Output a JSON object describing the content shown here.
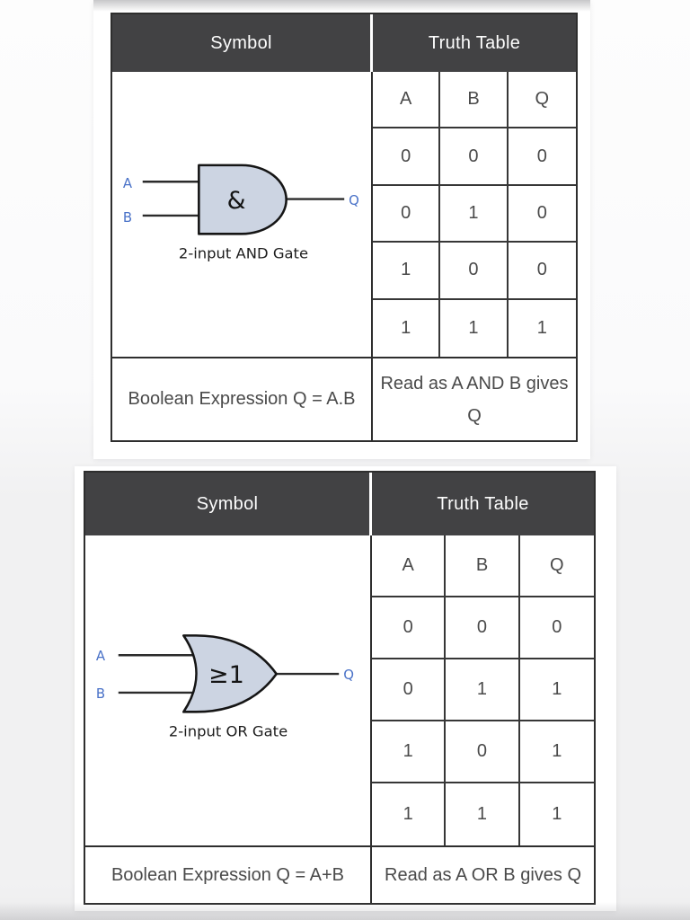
{
  "colors": {
    "header_bg": "#424244",
    "table_border": "#2e2e2e",
    "grid_border": "#373737",
    "cell_text": "#4a4a4a",
    "header_text": "#fdfdfd",
    "pin_label_blue": "#4a72c8",
    "gate_fill": "#ccd4e2",
    "gate_stroke": "#151515",
    "page_bg": "#f1f1f2"
  },
  "and_table": {
    "header": {
      "symbol": "Symbol",
      "truth": "Truth Table"
    },
    "gate": {
      "body_label": "&",
      "input_a": "A",
      "input_b": "B",
      "output": "Q",
      "caption": "2-input AND Gate"
    },
    "truth": {
      "columns": [
        "A",
        "B",
        "Q"
      ],
      "rows": [
        [
          "0",
          "0",
          "0"
        ],
        [
          "0",
          "1",
          "0"
        ],
        [
          "1",
          "0",
          "0"
        ],
        [
          "1",
          "1",
          "1"
        ]
      ]
    },
    "expression": "Boolean Expression Q = A.B",
    "read_as": "Read as A AND B gives Q"
  },
  "or_table": {
    "header": {
      "symbol": "Symbol",
      "truth": "Truth Table"
    },
    "gate": {
      "body_label": "≥1",
      "input_a": "A",
      "input_b": "B",
      "output": "Q",
      "caption": "2-input OR Gate"
    },
    "truth": {
      "columns": [
        "A",
        "B",
        "Q"
      ],
      "rows": [
        [
          "0",
          "0",
          "0"
        ],
        [
          "0",
          "1",
          "1"
        ],
        [
          "1",
          "0",
          "1"
        ],
        [
          "1",
          "1",
          "1"
        ]
      ]
    },
    "expression": "Boolean Expression Q = A+B",
    "read_as": "Read as A OR B gives Q"
  }
}
